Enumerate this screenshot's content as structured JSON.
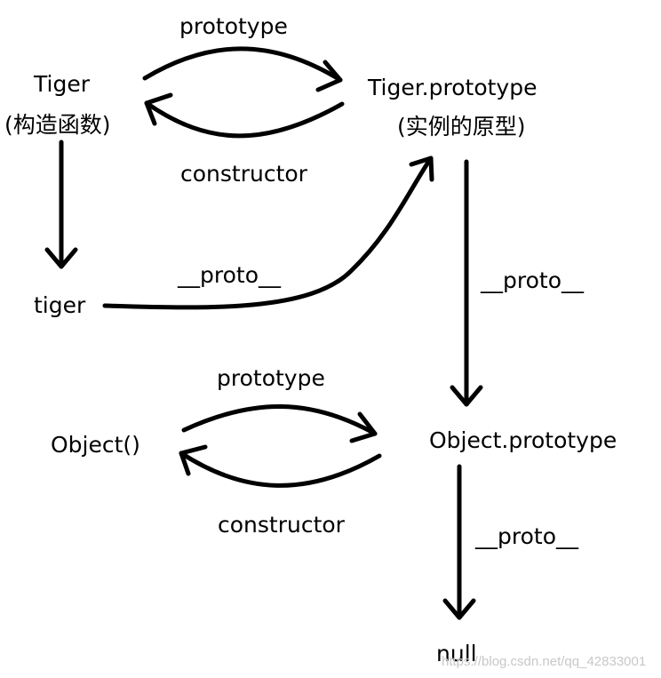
{
  "nodes": {
    "tiger_ctor": "Tiger",
    "tiger_ctor_note": "(构造函数)",
    "tiger_prototype": "Tiger.prototype",
    "tiger_prototype_note": "(实例的原型)",
    "tiger_instance": "tiger",
    "object_ctor": "Object()",
    "object_prototype": "Object.prototype",
    "null_node": "null"
  },
  "edges": {
    "tiger_prototype_label": "prototype",
    "tiger_constructor_label": "constructor",
    "tiger_instance_proto_label": "__proto__",
    "tiger_prototype_proto_label": "__proto__",
    "object_prototype_label": "prototype",
    "object_constructor_label": "constructor",
    "object_prototype_proto_label": "__proto__"
  },
  "watermark": "https://blog.csdn.net/qq_42833001",
  "colors": {
    "ink": "#000000",
    "background": "#ffffff",
    "watermark": "#c8c8c8"
  }
}
